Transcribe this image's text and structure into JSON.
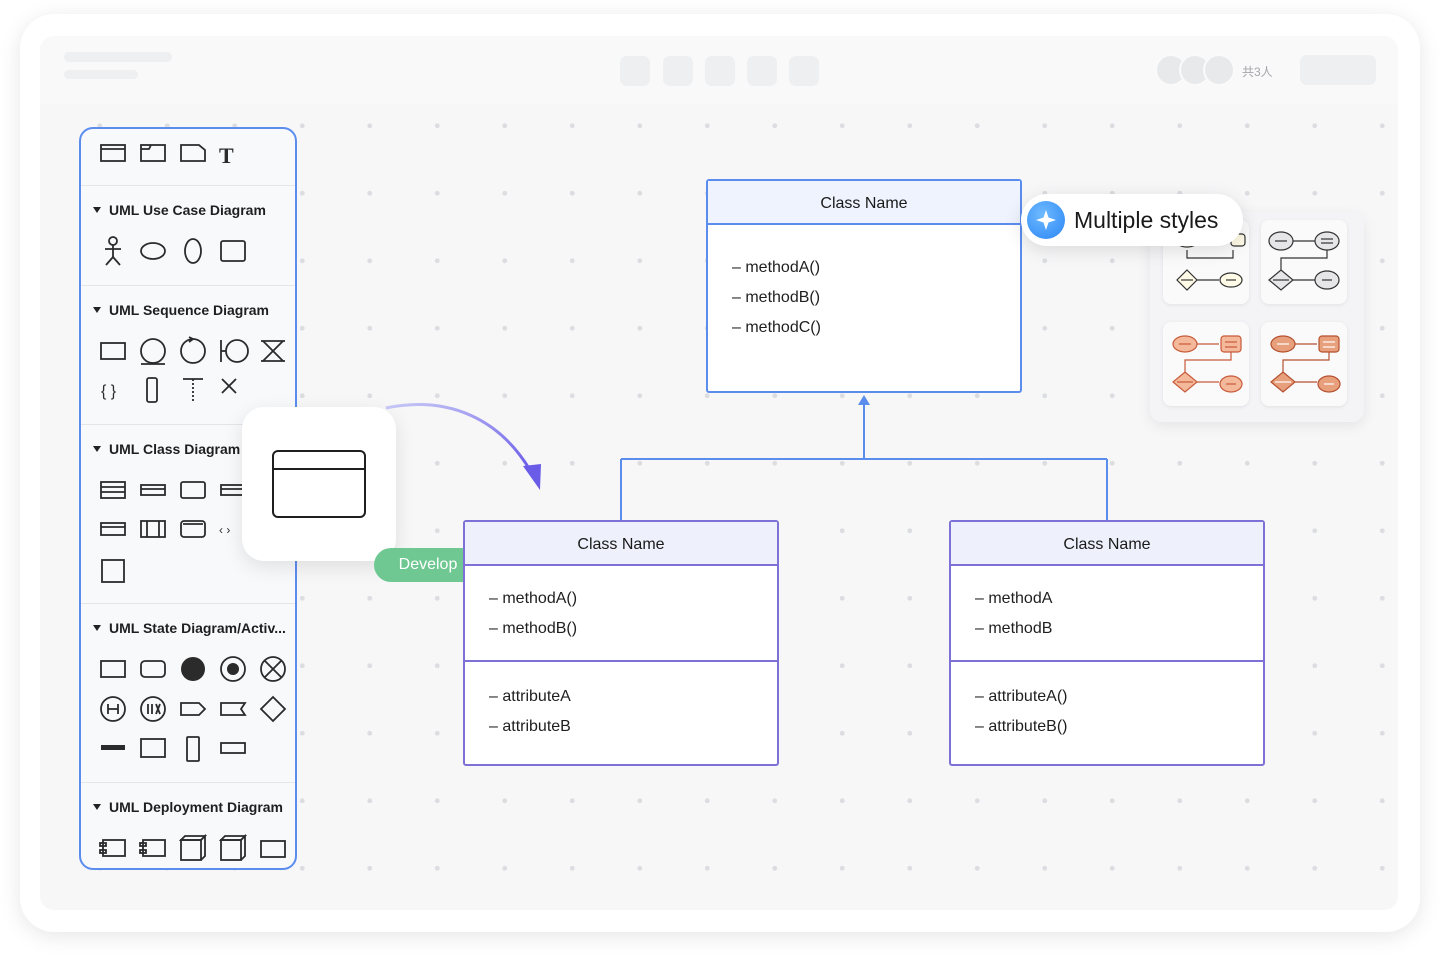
{
  "header": {
    "member_count": "共3人"
  },
  "panel": {
    "sections": [
      {
        "title": "UML Use Case Diagram"
      },
      {
        "title": "UML Sequence Diagram"
      },
      {
        "title": "UML Class Diagram"
      },
      {
        "title": "UML State Diagram/Activ..."
      },
      {
        "title": "UML Deployment Diagram"
      }
    ]
  },
  "drag_badge": "Develop",
  "style_badge": "Multiple styles",
  "classes": {
    "top": {
      "name": "Class Name",
      "methods": [
        "– methodA()",
        "– methodB()",
        "– methodC()"
      ]
    },
    "left": {
      "name": "Class Name",
      "methods": [
        "– methodA()",
        "– methodB()"
      ],
      "attributes": [
        "– attributeA",
        "– attributeB"
      ]
    },
    "right": {
      "name": "Class Name",
      "methods": [
        "– methodA",
        "– methodB"
      ],
      "attributes": [
        "– attributeA()",
        "– attributeB()"
      ]
    }
  },
  "colors": {
    "selection_blue": "#5b8def",
    "class_purple": "#7d70d6",
    "class_header": "#eef0fc",
    "develop_green": "#6fc892",
    "style_orange": "#e8a07c"
  }
}
